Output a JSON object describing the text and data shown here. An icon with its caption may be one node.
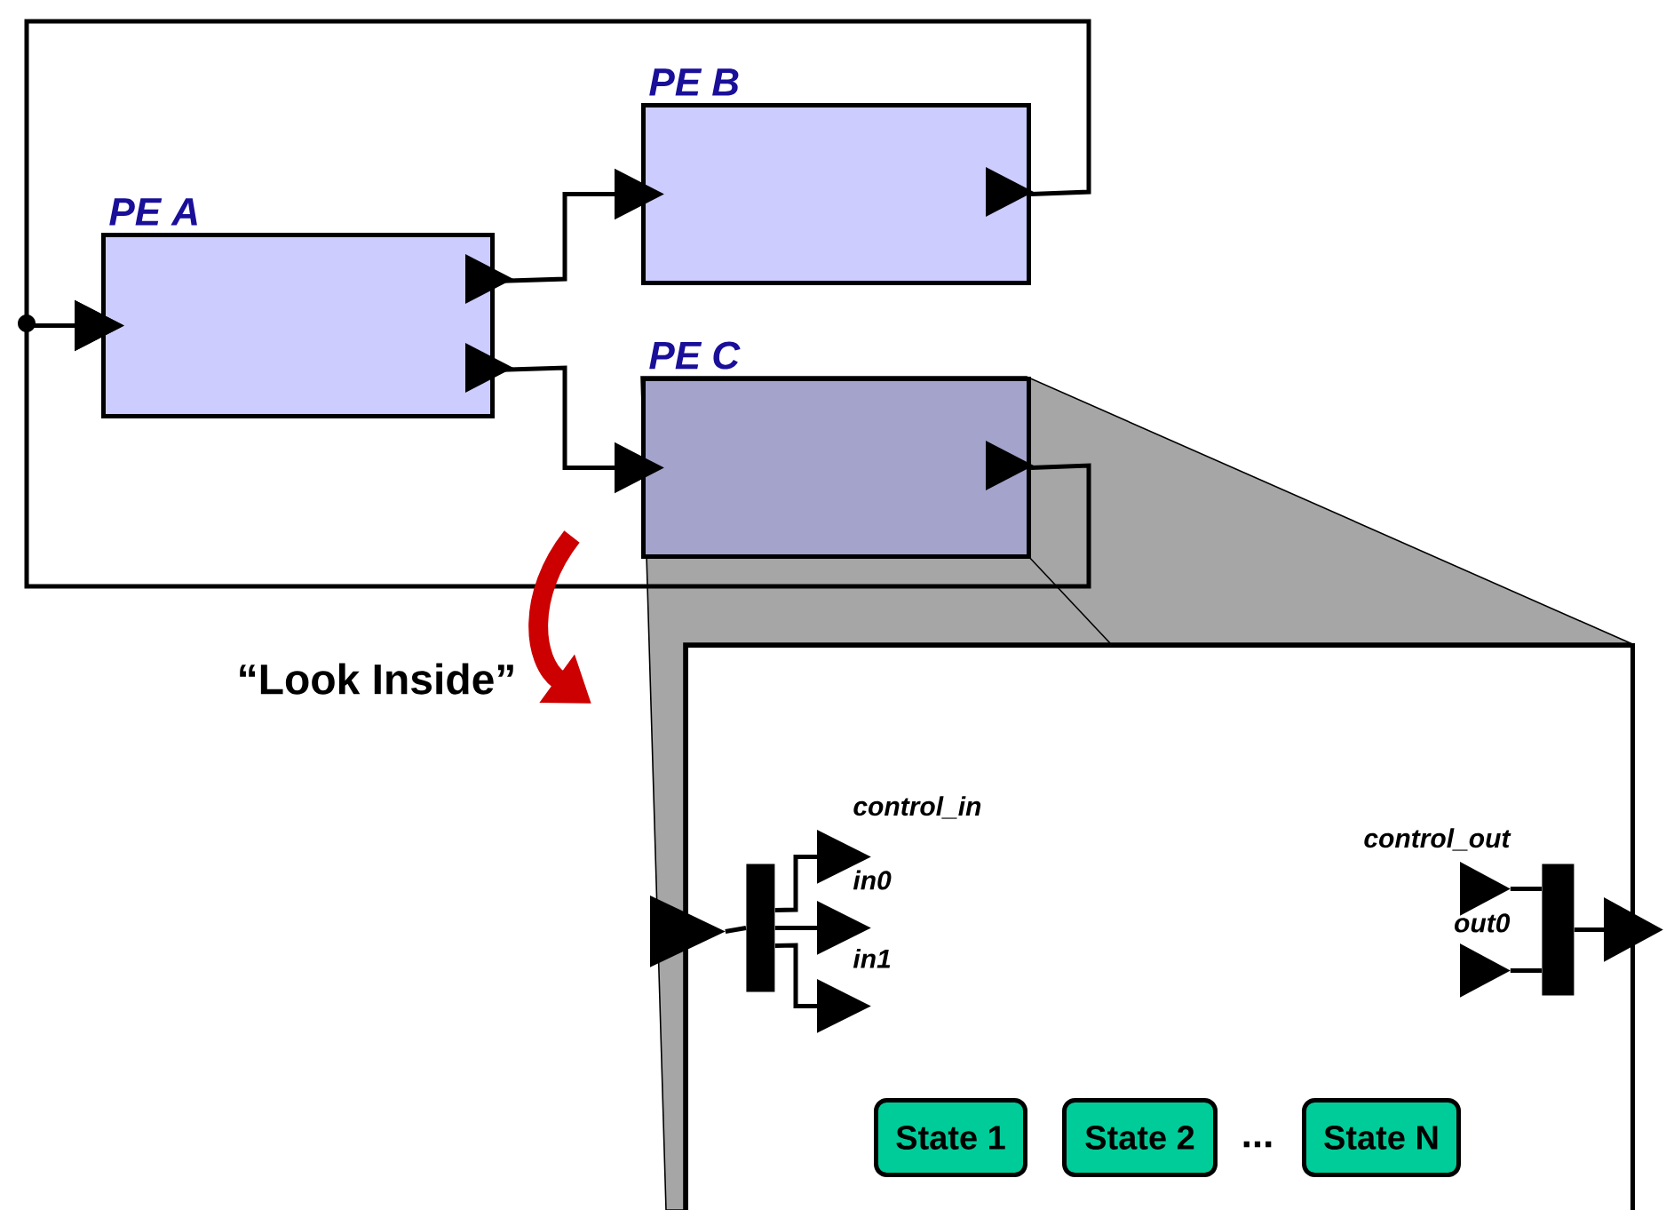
{
  "diagram": {
    "nodes": [
      {
        "text": [
          "PE A"
        ]
      },
      {
        "text": [
          "PE B"
        ]
      },
      {
        "text": [
          "PE C"
        ]
      },
      {
        "text": [],
        "shape": "box"
      },
      {
        "text": [],
        "shape": "triangle"
      },
      {
        "text": [],
        "shape": "bar",
        "in": 3
      },
      {
        "text": [
          "control_in"
        ],
        "in": 3
      },
      {
        "text": [
          "in0"
        ],
        "in": 3
      },
      {
        "text": [
          "in1"
        ],
        "in": 3
      },
      {
        "text": [
          "control_out"
        ],
        "in": 3
      },
      {
        "text": [
          "out0"
        ],
        "in": 3
      },
      {
        "text": [],
        "shape": "bar",
        "in": 3
      },
      {
        "text": [],
        "shape": "triangle"
      },
      {
        "text": [
          "State 1"
        ],
        "in": 3
      },
      {
        "text": [
          "State 2"
        ],
        "in": 3
      },
      {
        "text": [
          "State N"
        ],
        "in": 3
      }
    ],
    "edges": [
      {
        "from": 0,
        "to": 1,
        "arrow": "to"
      },
      {
        "from": 0,
        "to": 2,
        "arrow": "to"
      },
      {
        "from": 1,
        "to": 0,
        "arrow": "to"
      },
      {
        "from": 2,
        "to": 0,
        "arrow": "to"
      },
      {
        "from": 4,
        "to": 5,
        "arrow": "none"
      },
      {
        "from": 5,
        "to": 6,
        "arrow": "none"
      },
      {
        "from": 5,
        "to": 7,
        "arrow": "none"
      },
      {
        "from": 5,
        "to": 8,
        "arrow": "none"
      },
      {
        "from": 9,
        "to": 11,
        "arrow": "none"
      },
      {
        "from": 10,
        "to": 11,
        "arrow": "none"
      },
      {
        "from": 11,
        "to": 12,
        "arrow": "none"
      }
    ],
    "labels": [
      "“Look Inside”",
      "..."
    ]
  }
}
